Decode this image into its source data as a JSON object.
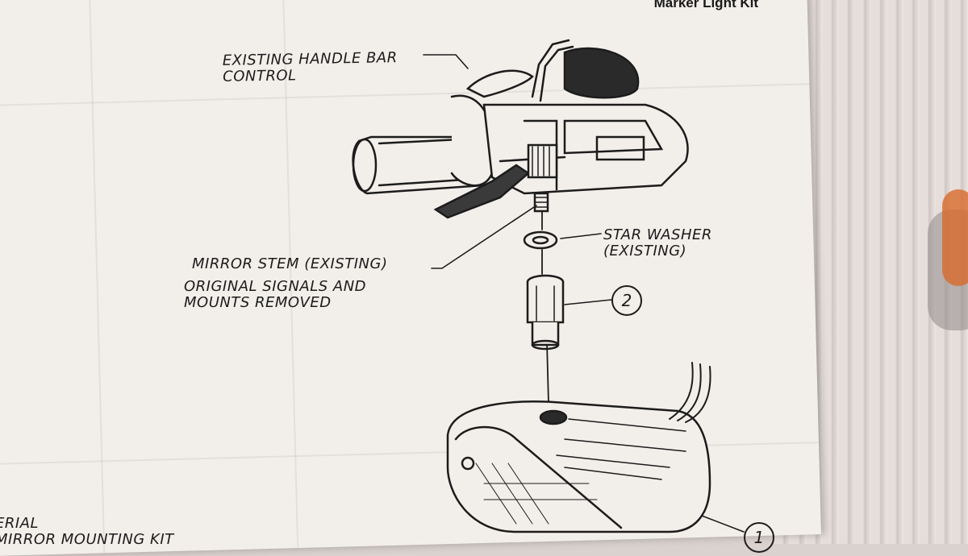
{
  "header": {
    "title": "Marker Light Kit",
    "title_above": "…"
  },
  "labels": {
    "handle_bar_control_line1": "EXISTING HANDLE BAR",
    "handle_bar_control_line2": "CONTROL",
    "star_washer_line1": "STAR WASHER",
    "star_washer_line2": "(EXISTING)",
    "mirror_stem": "MIRROR STEM (EXISTING)",
    "original_signals_line1": "ORIGINAL SIGNALS AND",
    "original_signals_line2": "MOUNTS REMOVED",
    "partial_bottom_line1": "ERIAL",
    "partial_bottom_line2": "MIRROR MOUNTING KIT"
  },
  "callouts": {
    "adapter": "2",
    "light": "1"
  },
  "colors": {
    "paper": "#f2eeea",
    "ink": "#1c1c1c",
    "sleeve": "#e6dedb"
  }
}
